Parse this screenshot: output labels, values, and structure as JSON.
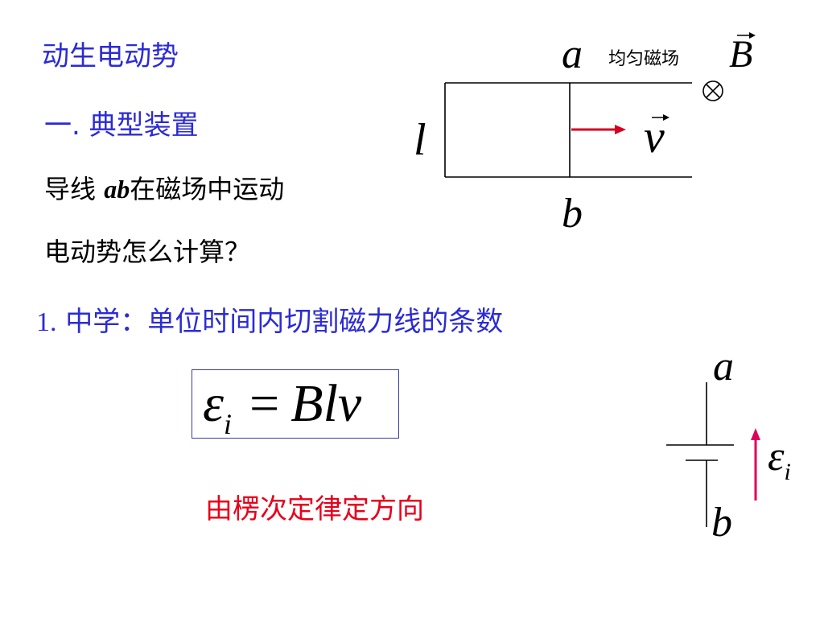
{
  "title": "动生电动势",
  "section": "一.  典型装置",
  "question": {
    "prefix": "导线 ",
    "ab": "ab",
    "suffix": "在磁场中运动",
    "line2": "电动势怎么计算？"
  },
  "method": {
    "number": "1.",
    "text": " 中学：单位时间内切割磁力线的条数"
  },
  "formula": {
    "emf_symbol": "ε",
    "emf_sub": "i",
    "equals": "=",
    "rhs": "Blv"
  },
  "direction_note": "由楞次定律定方向",
  "diagram_top": {
    "field_label": "均匀磁场",
    "label_a": "a",
    "label_B": "B",
    "label_l": "l",
    "label_v": "v",
    "label_b": "b",
    "field_symbol": "circle-cross-icon",
    "velocity_arrow_color": "#d40020"
  },
  "diagram_battery": {
    "label_a": "a",
    "label_b": "b",
    "emf_symbol": "ε",
    "emf_sub": "i",
    "arrow_color": "#e0005a"
  },
  "colors": {
    "heading": "#2b2bd6",
    "body": "#000000",
    "note": "#e8001a"
  }
}
